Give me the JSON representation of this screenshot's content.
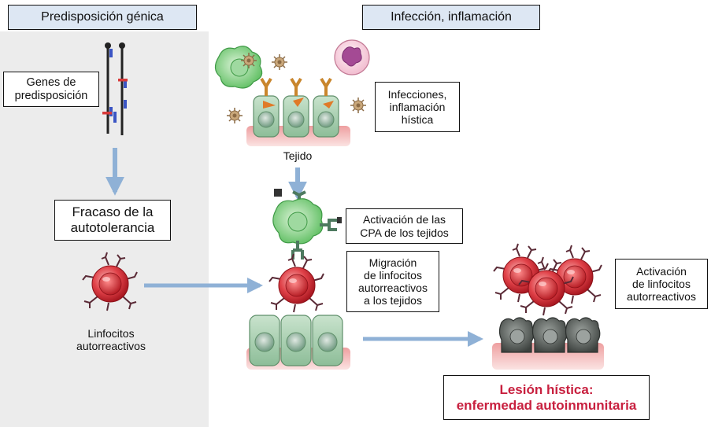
{
  "panels": {
    "left_header": "Predisposición génica",
    "right_header": "Infección, inflamación"
  },
  "labels": {
    "genes": "Genes de\npredisposición",
    "failure": "Fracaso de la\nautotolerancia",
    "lymphocytes": "Linfocitos\nautorreactivos",
    "infections": "Infecciones,\ninflamación\nhística",
    "tissue": "Tejido",
    "apc_activation": "Activación de las\nCPA de los tejidos",
    "migration": "Migración\nde linfocitos\nautorreactivos\na los tejidos",
    "lymph_activation": "Activación\nde linfocitos\nautorreactivos",
    "lesion": "Lesión hística:\nenfermedad autoinmunitaria"
  },
  "colors": {
    "lesion_text": "#c8203f",
    "header_fill": "#dde7f3",
    "left_panel_fill": "#ececec",
    "arrow": "#8fb1d6",
    "epithelium": "#a9cdb1",
    "basement": "#f2c6c3",
    "lymphocyte": "#d8303a",
    "damaged_cell": "#555a57"
  },
  "icons": [
    "chromosome-icon",
    "arrow-icon",
    "lymphocyte-icon",
    "macrophage-icon",
    "neutrophil-icon",
    "bacterium-icon",
    "antigen-presenting-cell-icon",
    "epithelial-cell-icon",
    "damaged-cell-icon"
  ]
}
